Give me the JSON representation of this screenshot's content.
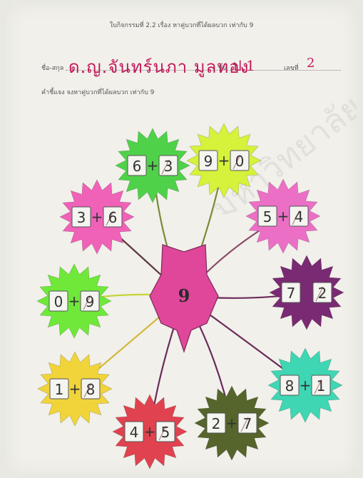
{
  "header": {
    "title": "ใบกิจกรรมที่ 2.2 เรื่อง หาคู่บวกที่ได้ผลบวก เท่ากับ 9",
    "name_label": "ชื่อ-สกุล",
    "student_name": "ด.ญ.จันทร์นภา มูลทอง",
    "class_label": "ชั้น",
    "class_value": "ป.1",
    "number_label": "เลขที่",
    "number_value": "2",
    "instruction": "คำชี้แจง   จงหาคู่บวกที่ได้ผลบวก เท่ากับ 9"
  },
  "diagram": {
    "center_value": "9",
    "center_color": "#e0479b",
    "pairs": [
      {
        "a": "6",
        "op": "+",
        "b": "3",
        "color": "#4fd14a"
      },
      {
        "a": "9",
        "op": "+",
        "b": "0",
        "color": "#d6f23a"
      },
      {
        "a": "5",
        "op": "+",
        "b": "4",
        "color": "#ec6fc6"
      },
      {
        "a": "7",
        "op": "",
        "b": "2",
        "color": "#7a2a73"
      },
      {
        "a": "8",
        "op": "+",
        "b": "1",
        "color": "#3fd6b3"
      },
      {
        "a": "2",
        "op": "+",
        "b": "7",
        "color": "#55652b"
      },
      {
        "a": "4",
        "op": "+",
        "b": "5",
        "color": "#e0424f"
      },
      {
        "a": "1",
        "op": "+",
        "b": "8",
        "color": "#f0d43a"
      },
      {
        "a": "0",
        "op": "+",
        "b": "9",
        "color": "#6fe83a"
      },
      {
        "a": "3",
        "op": "+",
        "b": "6",
        "color": "#f061b8"
      }
    ]
  },
  "watermark": {
    "text": "มหาวิทยาลัยราช"
  }
}
